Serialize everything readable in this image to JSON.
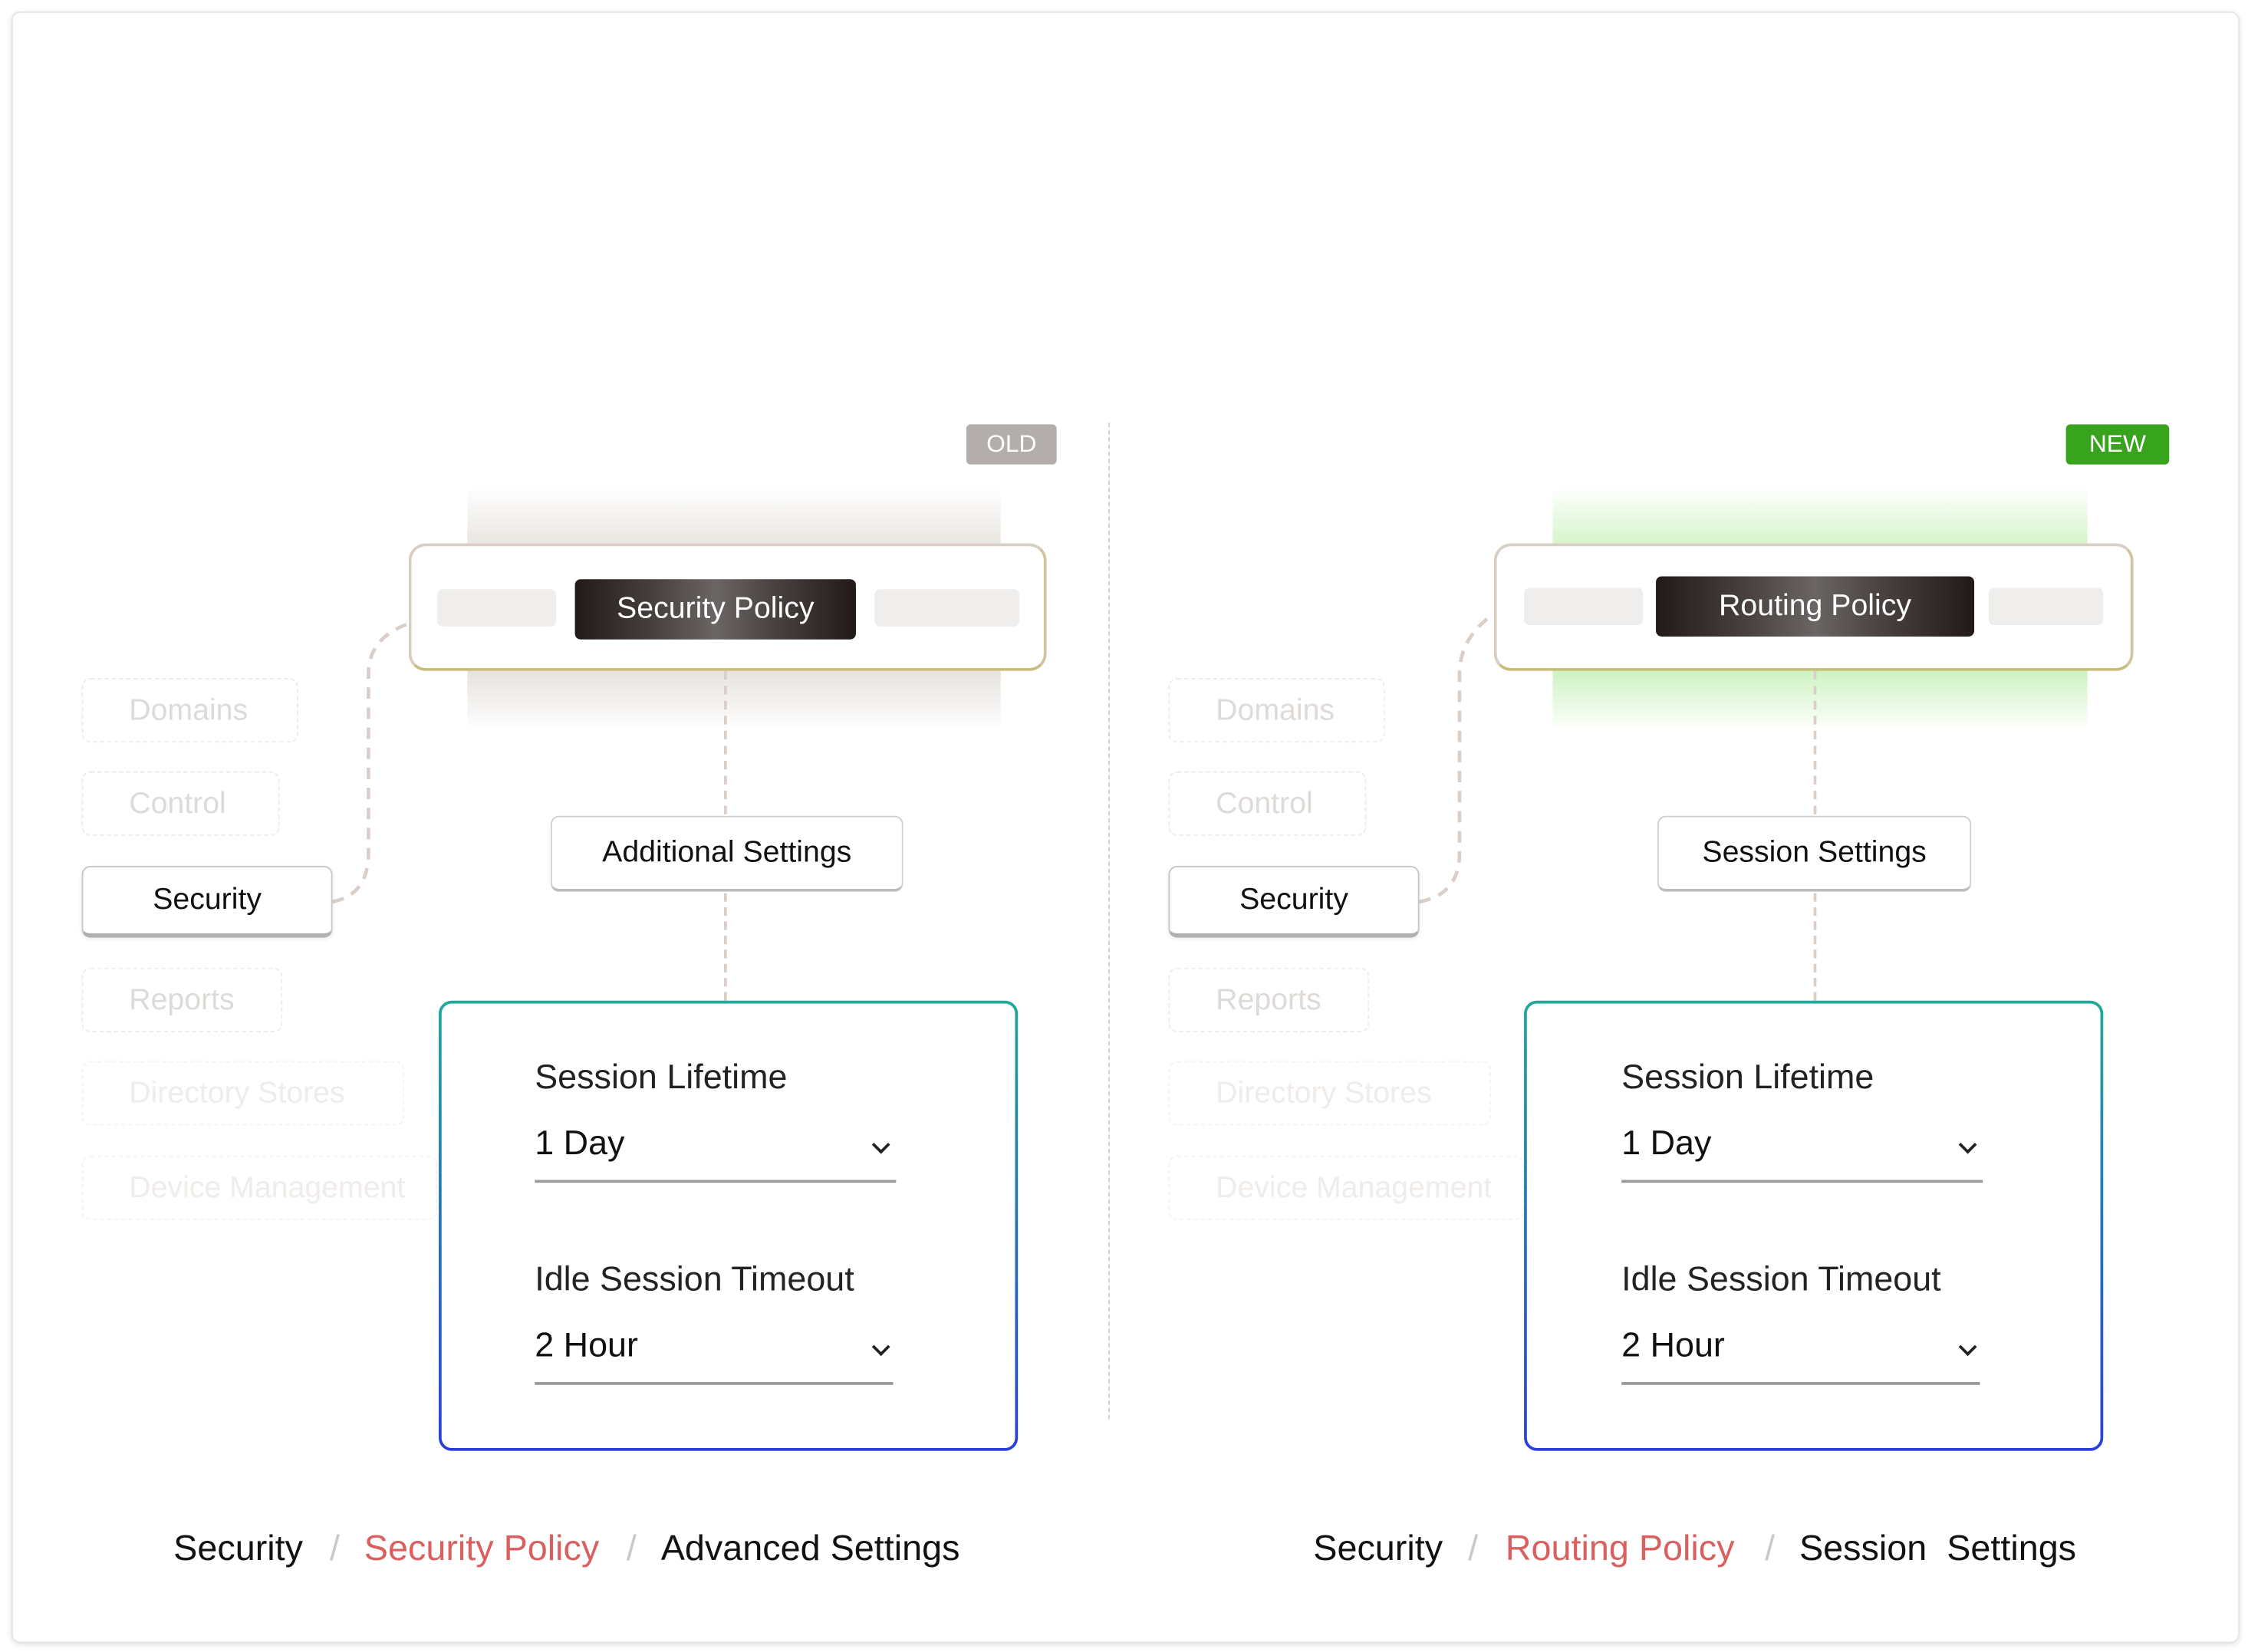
{
  "colors": {
    "old_badge": "#b3aeab",
    "new_badge": "#38a31c",
    "breadcrumb_active": "#d9605e",
    "settings_border_top": "#20a89a",
    "settings_border_bottom": "#2a3fd9"
  },
  "old": {
    "badge": "OLD",
    "policy_label": "Security Policy",
    "sub_label": "Additional Settings",
    "nav": [
      "Domains",
      "Control",
      "Security",
      "Reports",
      "Directory Stores",
      "Device Management"
    ],
    "settings": {
      "session_lifetime_label": "Session Lifetime",
      "session_lifetime_value": "1 Day",
      "idle_timeout_label": "Idle Session Timeout",
      "idle_timeout_value": "2 Hour"
    },
    "breadcrumb": [
      "Security",
      "Security Policy",
      "Advanced Settings"
    ],
    "separator": "/"
  },
  "new": {
    "badge": "NEW",
    "policy_label": "Routing Policy",
    "sub_label": "Session Settings",
    "nav": [
      "Domains",
      "Control",
      "Security",
      "Reports",
      "Directory Stores",
      "Device Management"
    ],
    "settings": {
      "session_lifetime_label": "Session Lifetime",
      "session_lifetime_value": "1 Day",
      "idle_timeout_label": "Idle Session Timeout",
      "idle_timeout_value": "2 Hour"
    },
    "breadcrumb": [
      "Security",
      "Routing Policy",
      "Session  Settings"
    ],
    "separator": "/"
  }
}
